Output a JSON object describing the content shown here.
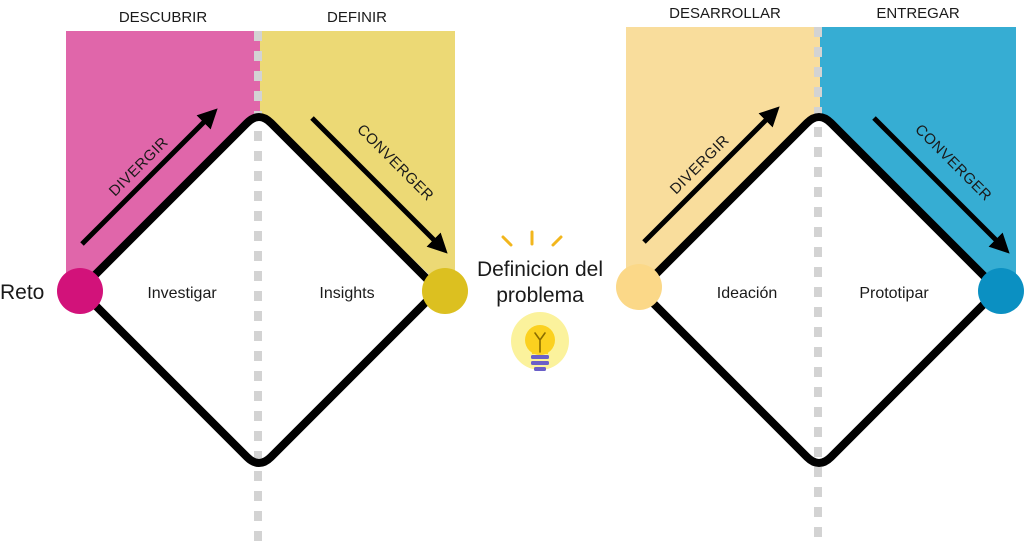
{
  "colors": {
    "discover": "#e066aa",
    "define": "#ecd975",
    "develop": "#f9dd9c",
    "deliver": "#36add3",
    "reto_node": "#d2127a",
    "insights_node": "#dcc020",
    "ideacion_node": "#fbd888",
    "prototipar_node": "#0b90c2",
    "divider": "#d3d3d3",
    "stroke": "#000000"
  },
  "phases": {
    "discover": "DESCUBRIR",
    "define": "DEFINIR",
    "develop": "DESARROLLAR",
    "deliver": "ENTREGAR"
  },
  "arrows": {
    "diverge_1": "DIVERGIR",
    "converge_1": "CONVERGER",
    "diverge_2": "DIVERGIR",
    "converge_2": "CONVERGER"
  },
  "labels": {
    "reto": "Reto",
    "investigar": "Investigar",
    "insights": "Insights",
    "problem_line1": "Definicion del",
    "problem_line2": "problema",
    "ideacion": "Ideación",
    "prototipar": "Prototipar"
  },
  "icons": {
    "center": "lightbulb-icon"
  }
}
